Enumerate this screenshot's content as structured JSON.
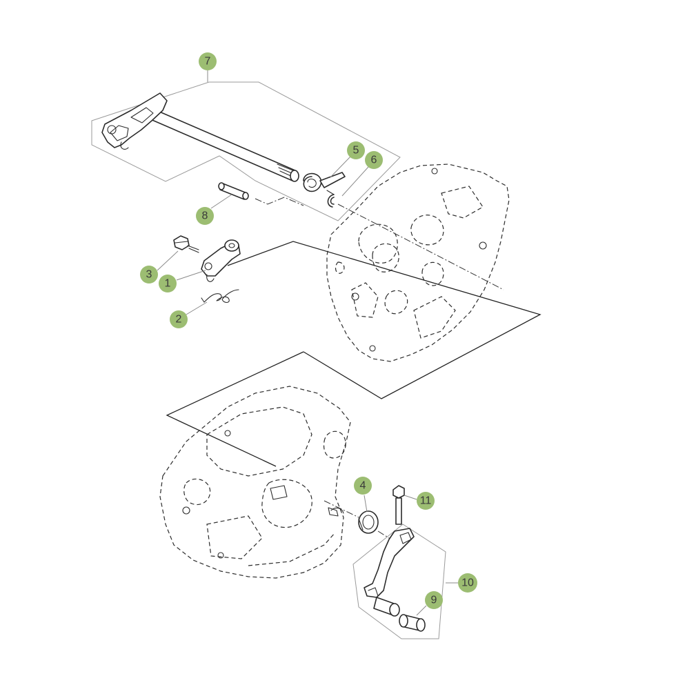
{
  "callouts": [
    {
      "id": "1",
      "label": "1"
    },
    {
      "id": "2",
      "label": "2"
    },
    {
      "id": "3",
      "label": "3"
    },
    {
      "id": "4",
      "label": "4"
    },
    {
      "id": "5",
      "label": "5"
    },
    {
      "id": "6",
      "label": "6"
    },
    {
      "id": "7",
      "label": "7"
    },
    {
      "id": "8",
      "label": "8"
    },
    {
      "id": "9",
      "label": "9"
    },
    {
      "id": "10",
      "label": "10"
    },
    {
      "id": "11",
      "label": "11"
    }
  ],
  "colors": {
    "callout_fill": "#9cbd72",
    "callout_text": "#3a3a3a",
    "line_art": "#2b2b2b",
    "background": "#ffffff"
  }
}
